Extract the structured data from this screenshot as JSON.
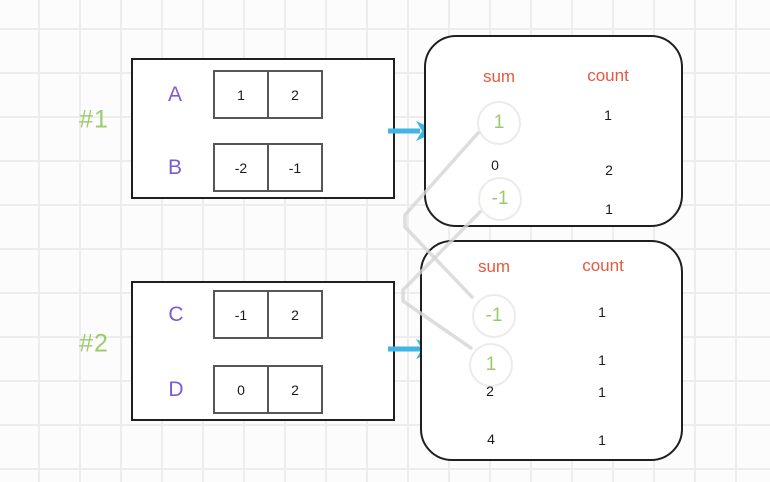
{
  "groups": [
    {
      "label": "#1",
      "arrays": [
        {
          "name": "A",
          "values": [
            "1",
            "2"
          ]
        },
        {
          "name": "B",
          "values": [
            "-2",
            "-1"
          ]
        }
      ],
      "table": {
        "headers": {
          "sum": "sum",
          "count": "count"
        },
        "rows": [
          {
            "sum": "1",
            "count": "1",
            "highlighted": true
          },
          {
            "sum": "0",
            "count": "2",
            "highlighted": false
          },
          {
            "sum": "-1",
            "count": "1",
            "highlighted": true
          }
        ]
      }
    },
    {
      "label": "#2",
      "arrays": [
        {
          "name": "C",
          "values": [
            "-1",
            "2"
          ]
        },
        {
          "name": "D",
          "values": [
            "0",
            "2"
          ]
        }
      ],
      "table": {
        "headers": {
          "sum": "sum",
          "count": "count"
        },
        "rows": [
          {
            "sum": "-1",
            "count": "1",
            "highlighted": true
          },
          {
            "sum": "1",
            "count": "1",
            "highlighted": true
          },
          {
            "sum": "2",
            "count": "1",
            "highlighted": false
          },
          {
            "sum": "4",
            "count": "1",
            "highlighted": false
          }
        ]
      }
    }
  ],
  "connections": [
    {
      "from_group": "#1",
      "from_sum": "1",
      "to_group": "#2",
      "to_sum": "-1"
    },
    {
      "from_group": "#1",
      "from_sum": "-1",
      "to_group": "#2",
      "to_sum": "1"
    }
  ],
  "colors": {
    "group_label_green": "#9ccb6e",
    "array_letter_purple": "#7e5ad6",
    "header_orange_red": "#e8573f",
    "highlight_green": "#9bc96c",
    "arrow_blue": "#3fb4e5",
    "connector_gray": "#d4d4d4"
  }
}
